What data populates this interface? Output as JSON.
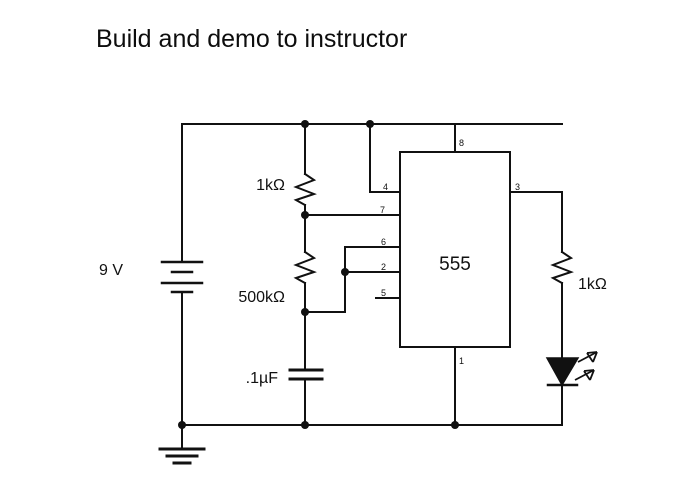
{
  "slide": {
    "title": "Build and demo to instructor",
    "background_color": "#ffffff",
    "ink_color": "#111111"
  },
  "circuit": {
    "name": "555-timer-led-blinker",
    "ic": {
      "label": "555",
      "pins": [
        {
          "number": "8",
          "side": "top",
          "name": "vcc"
        },
        {
          "number": "4",
          "side": "left",
          "name": "reset"
        },
        {
          "number": "7",
          "side": "left",
          "name": "discharge"
        },
        {
          "number": "6",
          "side": "left",
          "name": "threshold"
        },
        {
          "number": "2",
          "side": "left",
          "name": "trigger"
        },
        {
          "number": "5",
          "side": "left",
          "name": "control"
        },
        {
          "number": "3",
          "side": "right",
          "name": "output"
        },
        {
          "number": "1",
          "side": "bottom",
          "name": "ground"
        }
      ]
    },
    "components": [
      {
        "name": "battery",
        "label": "9 V"
      },
      {
        "name": "resistor-top",
        "label": "1kΩ"
      },
      {
        "name": "resistor-middle",
        "label": "500kΩ"
      },
      {
        "name": "capacitor",
        "label": ".1µF"
      },
      {
        "name": "resistor-led",
        "label": "1kΩ"
      },
      {
        "name": "led",
        "label": ""
      },
      {
        "name": "ground",
        "label": ""
      }
    ]
  }
}
